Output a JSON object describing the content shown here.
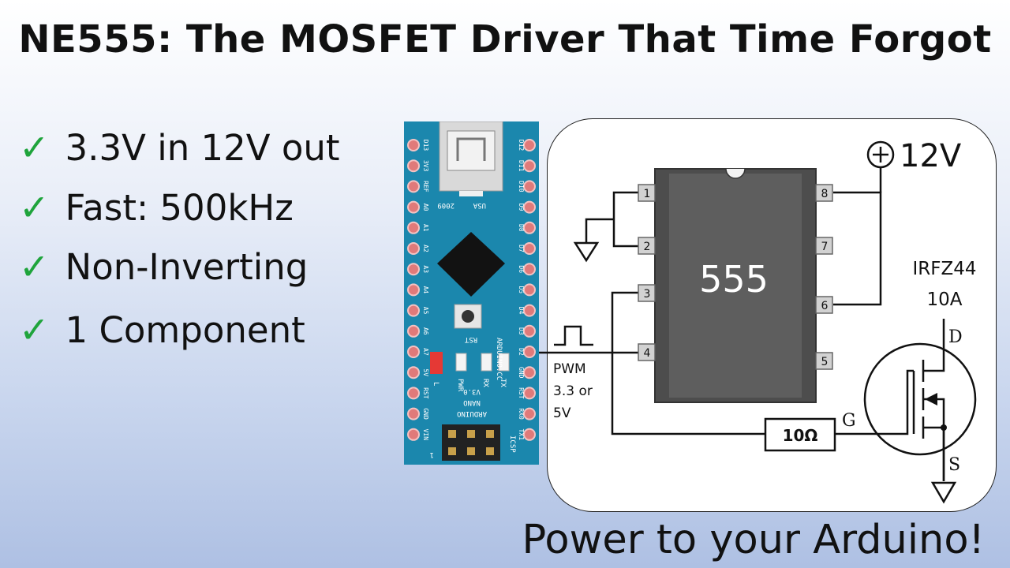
{
  "title": "NE555: The MOSFET Driver That Time Forgot",
  "features": [
    {
      "label": "3.3V in 12V out",
      "icon": "checkmark-icon"
    },
    {
      "label": "Fast: 500kHz",
      "icon": "checkmark-icon"
    },
    {
      "label": "Non-Inverting",
      "icon": "checkmark-icon"
    },
    {
      "label": "1 Component",
      "icon": "checkmark-icon"
    }
  ],
  "check_glyph": "✓",
  "footer": "Power to your Arduino!",
  "schematic": {
    "chip_label": "555",
    "pins_left": [
      "1",
      "2",
      "3",
      "4"
    ],
    "pins_right": [
      "8",
      "7",
      "6",
      "5"
    ],
    "supply": "12V",
    "pwm_label": "PWM",
    "pwm_level_1": "3.3 or",
    "pwm_level_2": "5V",
    "mosfet_part": "IRFZ44",
    "mosfet_current": "10A",
    "resistor": "10Ω",
    "gate": "G",
    "drain": "D",
    "source": "S"
  },
  "nano": {
    "pins_left": [
      "D13",
      "3V3",
      "REF",
      "A0",
      "A1",
      "A2",
      "A3",
      "A4",
      "A5",
      "A6",
      "A7",
      "5V",
      "RST",
      "GND",
      "VIN"
    ],
    "pins_right": [
      "D12",
      "D11",
      "D10",
      "D9",
      "D8",
      "D7",
      "D6",
      "D5",
      "D4",
      "D3",
      "D2",
      "GND",
      "RST",
      "RX0",
      "TX1"
    ],
    "usb_label": "USA",
    "year": "2009",
    "reset_label": "RST",
    "site": "ARDUINO.CC",
    "led_labels": [
      "L",
      "PWR",
      "RX",
      "TX"
    ],
    "board_1": "ARDUINO",
    "board_2": "NANO",
    "board_3": "V3.0",
    "icsp": "ICSP",
    "pin_one": "1"
  },
  "colors": {
    "check": "#1fa43c",
    "chip_body": "#5a5a5a",
    "board": "#1b87ad",
    "pad": "#e07a7a",
    "led_red": "#e53935"
  }
}
